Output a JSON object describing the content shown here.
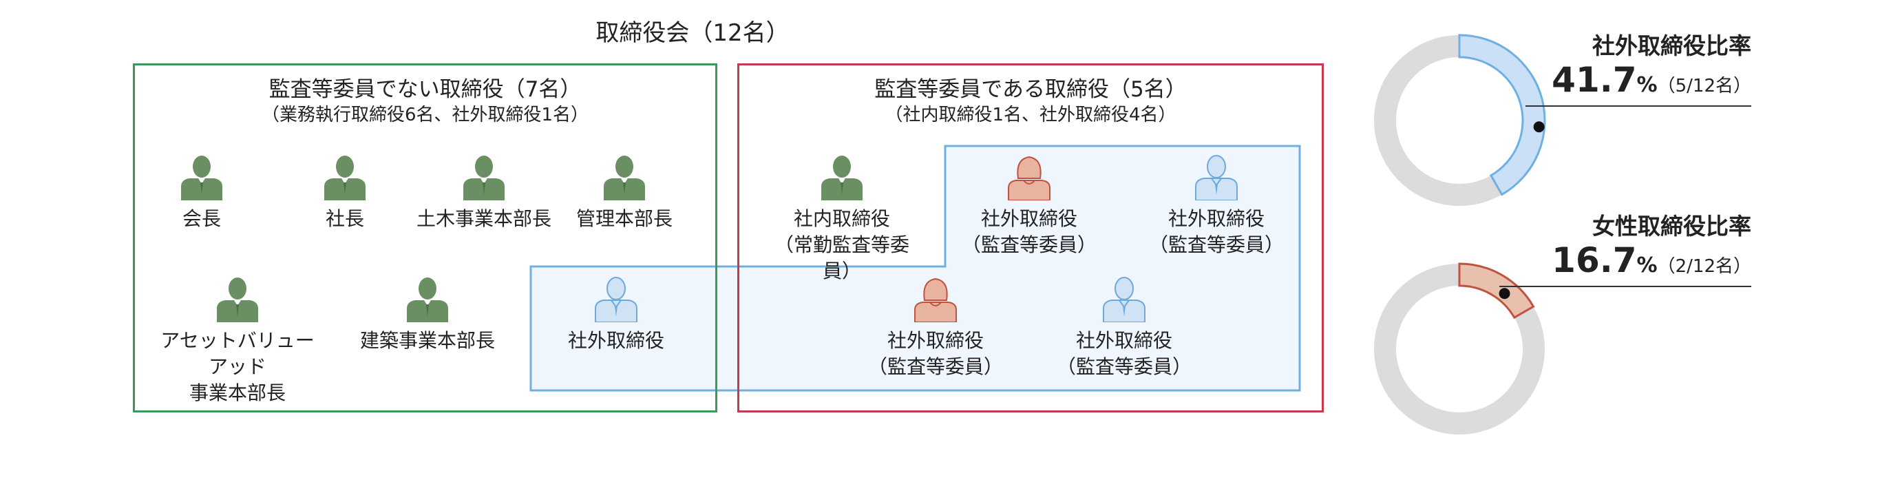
{
  "title": "取締役会（12名）",
  "groups": {
    "non_audit": {
      "title": "監査等委員でない取締役（7名）",
      "subtitle": "（業務執行取締役6名、社外取締役1名）",
      "border_color": "#3a9a5b"
    },
    "audit": {
      "title": "監査等委員である取締役（5名）",
      "subtitle": "（社内取締役1名、社外取締役4名）",
      "border_color": "#c8384f"
    },
    "outside_highlight_color": "#eaf3fc"
  },
  "people": [
    {
      "label": "会長",
      "icon": "male-green-icon"
    },
    {
      "label": "社長",
      "icon": "male-green-icon"
    },
    {
      "label": "土木事業本部長",
      "icon": "male-green-icon"
    },
    {
      "label": "管理本部長",
      "icon": "male-green-icon"
    },
    {
      "label": "アセットバリューアッド\n事業本部長",
      "icon": "male-green-icon"
    },
    {
      "label": "建築事業本部長",
      "icon": "male-green-icon"
    },
    {
      "label": "社外取締役",
      "icon": "male-blue-icon"
    },
    {
      "label": "社内取締役\n（常勤監査等委員）",
      "icon": "male-green-icon"
    },
    {
      "label": "社外取締役\n（監査等委員）",
      "icon": "female-orange-icon"
    },
    {
      "label": "社外取締役\n（監査等委員）",
      "icon": "male-blue-icon"
    },
    {
      "label": "社外取締役\n（監査等委員）",
      "icon": "female-orange-icon"
    },
    {
      "label": "社外取締役\n（監査等委員）",
      "icon": "male-blue-icon"
    }
  ],
  "stats": [
    {
      "label": "社外取締役比率",
      "value": "41.7",
      "unit": "%",
      "fraction": "（5/12名）",
      "ratio": 0.417,
      "color": "#c9e0f6",
      "stroke": "#6fb0e2"
    },
    {
      "label": "女性取締役比率",
      "value": "16.7",
      "unit": "%",
      "fraction": "（2/12名）",
      "ratio": 0.167,
      "color": "#e9c0ad",
      "stroke": "#c0533e"
    }
  ],
  "colors": {
    "green": "#6a8f63",
    "blue_fill": "#cfe3f5",
    "blue_stroke": "#6fa9dc",
    "orange_fill": "#e9b49f",
    "orange_stroke": "#c0533e",
    "ring_bg": "#dcdcdc"
  }
}
